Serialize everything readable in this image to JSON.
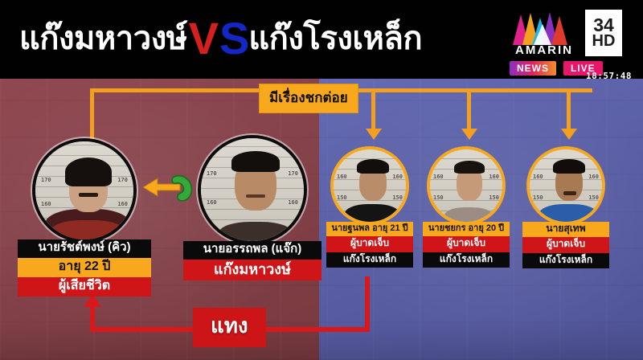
{
  "header": {
    "title_left": "แก๊งมหาวงษ์",
    "vs_v": "V",
    "vs_s": "S",
    "title_right": "แก๊งโรงเหล็ก",
    "channel_number": "34",
    "channel_hd": "HD",
    "network": "AMARIN",
    "tag_news": "NEWS",
    "tag_live": "LIVE",
    "clock": "18:57:48"
  },
  "center_banner": {
    "label": "มีเรื่องชกต่อย"
  },
  "bottom_banner": {
    "label": "แทง"
  },
  "phone_link": {
    "icon": "phone-icon",
    "direction": "left"
  },
  "left_side": {
    "victim": {
      "name": "นายรัชต์พงษ์ (คิว)",
      "age": "อายุ 22 ปี",
      "status": "ผู้เสียชีวิต"
    },
    "suspect": {
      "name": "นายอรรถพล (แจ๊ก)",
      "gang": "แก๊งมหาวงษ์"
    }
  },
  "right_side": {
    "people": [
      {
        "name": "นายฐนพล อายุ 21 ปี",
        "status": "ผู้บาดเจ็บ",
        "gang": "แก๊งโรงเหล็ก"
      },
      {
        "name": "นายชยกร อายุ 20 ปี",
        "status": "ผู้บาดเจ็บ",
        "gang": "แก๊งโรงเหล็ก"
      },
      {
        "name": "นายสุเทพ",
        "status": "ผู้บาดเจ็บ",
        "gang": "แก๊งโรงเหล็ก"
      }
    ]
  },
  "mug_numbers": {
    "a": "170",
    "b": "160",
    "c": "150"
  },
  "colors": {
    "orange": "#f7a81d",
    "red": "#cf1518",
    "black": "#0a0a0a",
    "left_bg": "#86434b",
    "right_bg": "#5a5fa6",
    "vs_v": "#d81f1f",
    "vs_s": "#1426c4"
  }
}
